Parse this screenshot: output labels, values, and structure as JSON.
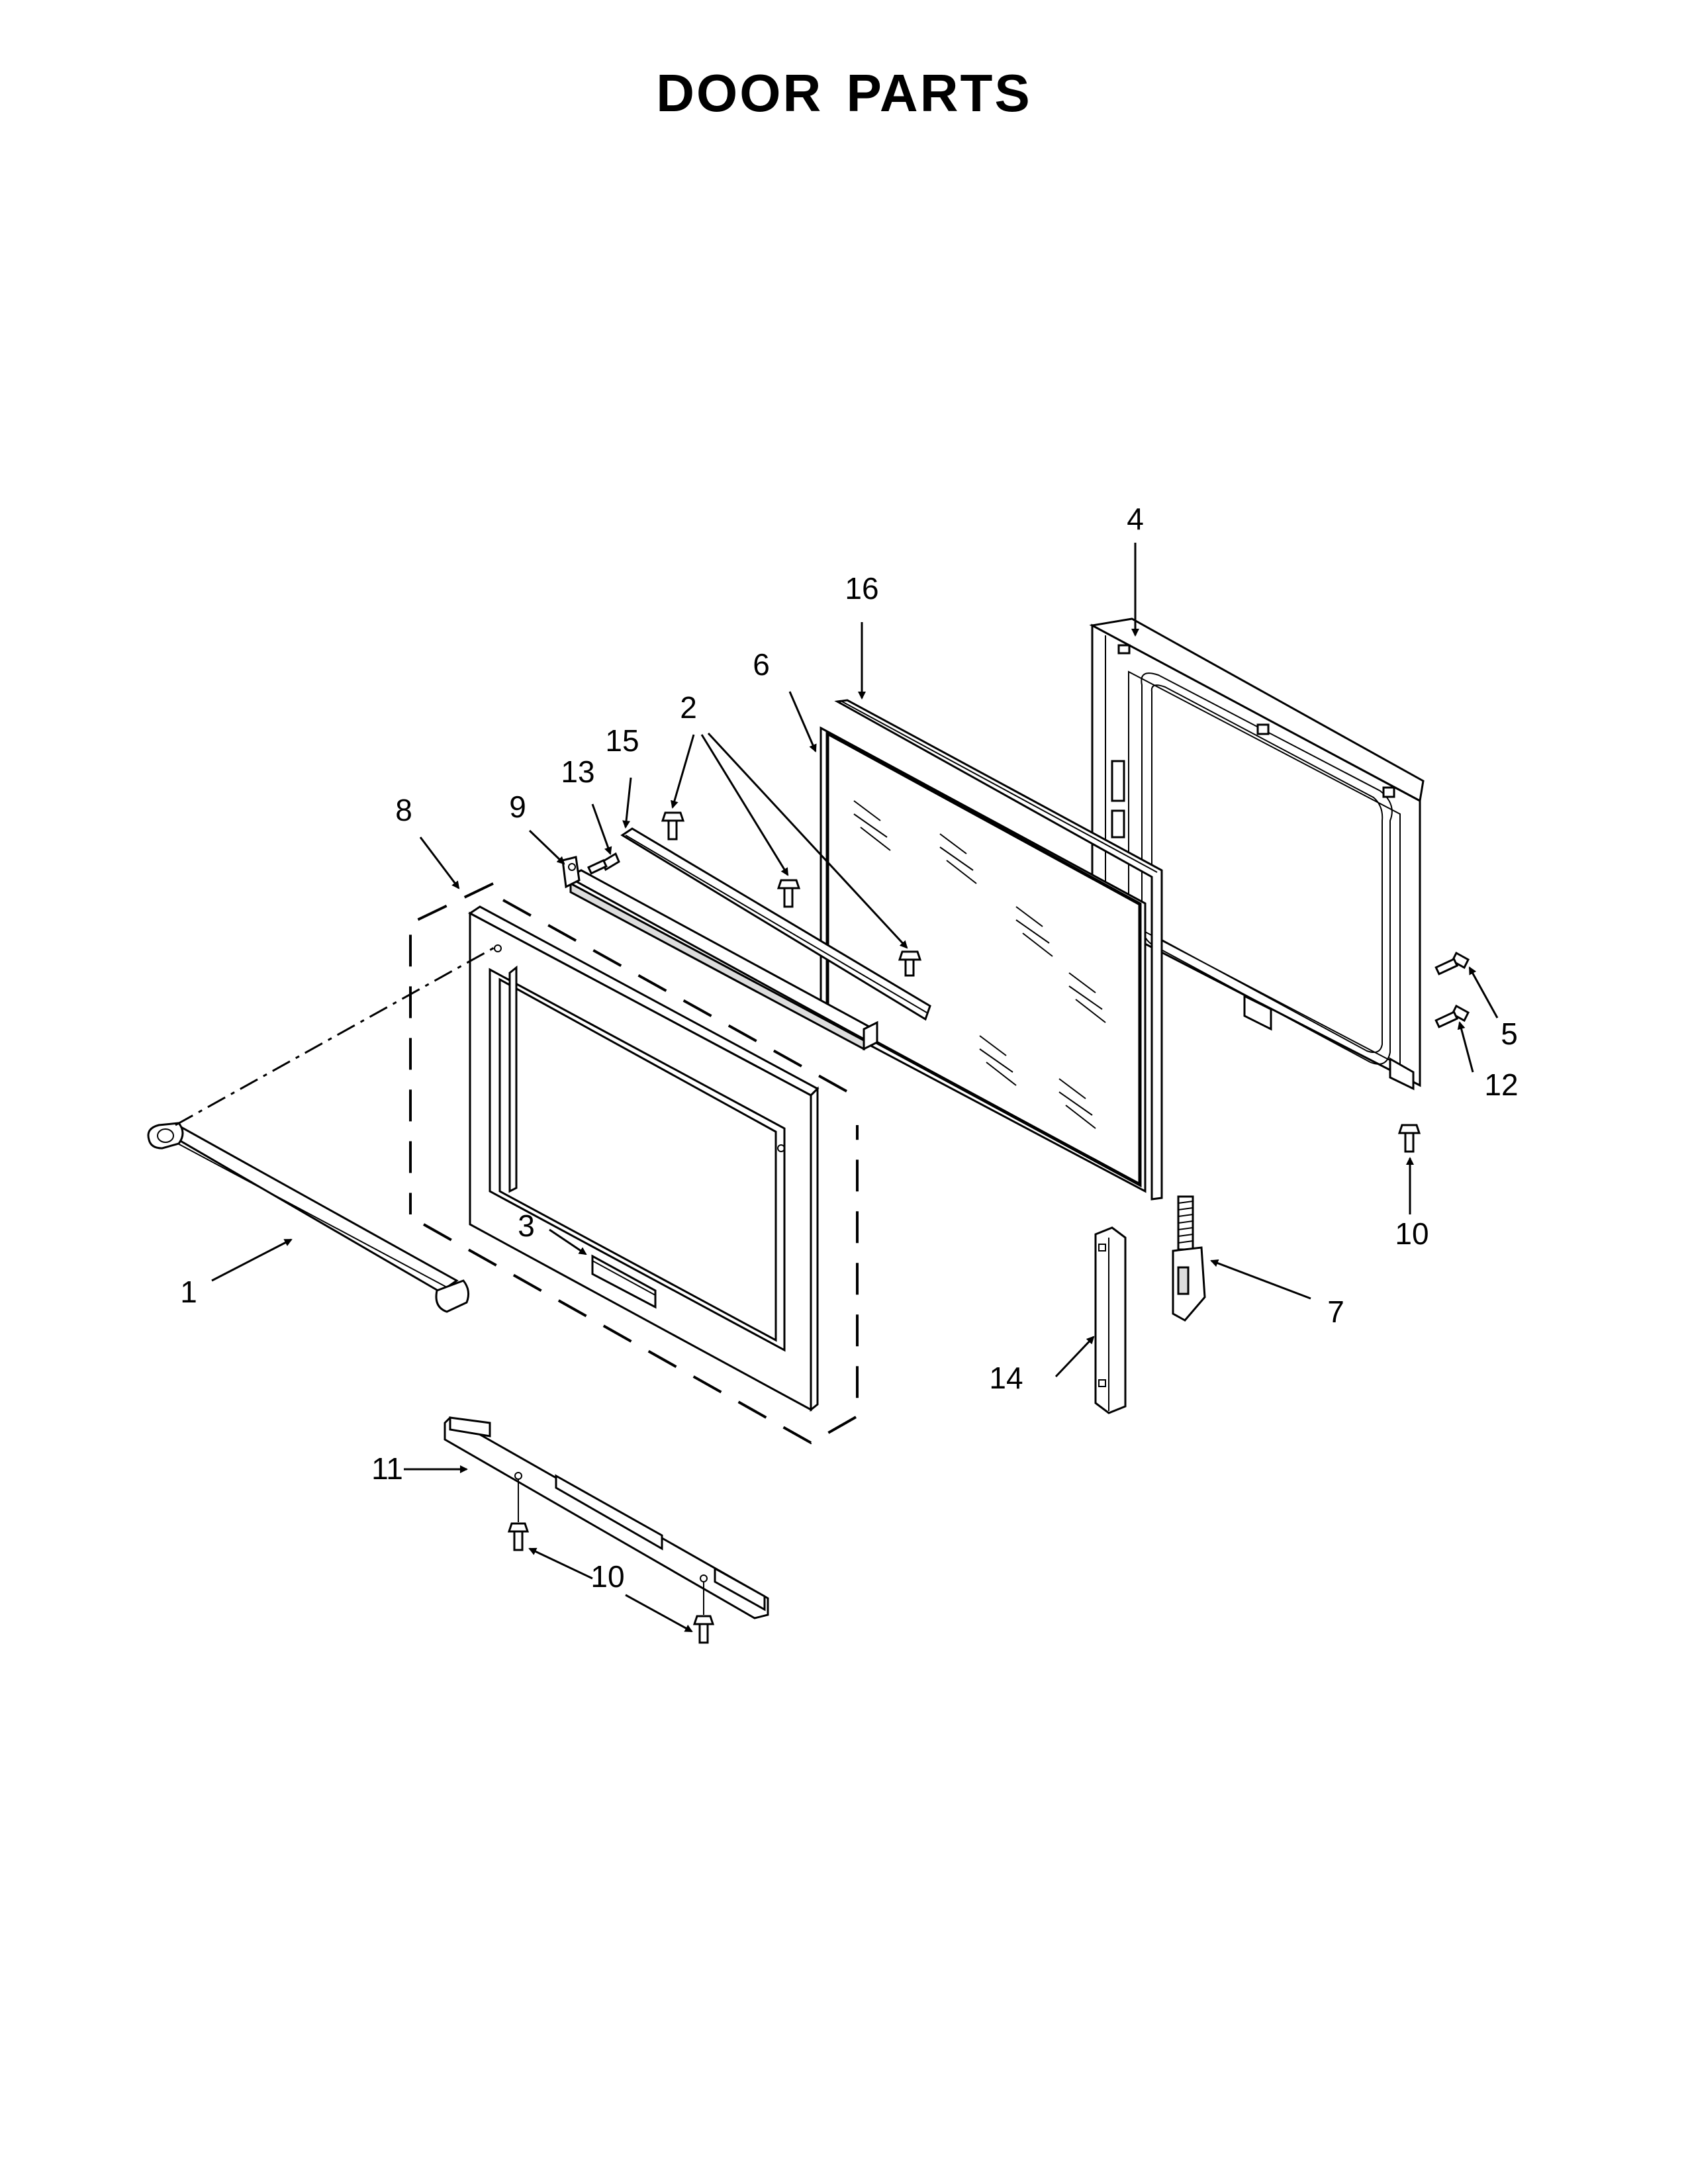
{
  "title": "DOOR PARTS",
  "callouts": [
    {
      "id": "c1",
      "label": "1"
    },
    {
      "id": "c2",
      "label": "2"
    },
    {
      "id": "c3",
      "label": "3"
    },
    {
      "id": "c4",
      "label": "4"
    },
    {
      "id": "c5",
      "label": "5"
    },
    {
      "id": "c6",
      "label": "6"
    },
    {
      "id": "c7",
      "label": "7"
    },
    {
      "id": "c8",
      "label": "8"
    },
    {
      "id": "c9",
      "label": "9"
    },
    {
      "id": "c10a",
      "label": "10"
    },
    {
      "id": "c10b",
      "label": "10"
    },
    {
      "id": "c11",
      "label": "11"
    },
    {
      "id": "c12",
      "label": "12"
    },
    {
      "id": "c13",
      "label": "13"
    },
    {
      "id": "c14",
      "label": "14"
    },
    {
      "id": "c15",
      "label": "15"
    },
    {
      "id": "c16",
      "label": "16"
    }
  ]
}
